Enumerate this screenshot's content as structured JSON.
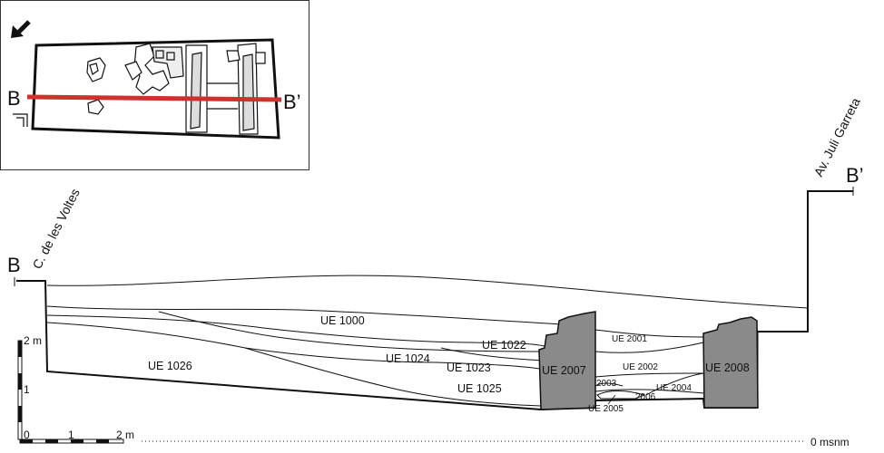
{
  "section": {
    "start_marker": "B",
    "end_marker": "B’",
    "street_left": "C. de les Voltes",
    "street_right": "Av. Juli Garreta",
    "datum": "0 msnm"
  },
  "inset": {
    "start_marker": "B",
    "end_marker": "B’",
    "arrow_icon": "north-arrow-icon",
    "section_line_color": "#d0312d"
  },
  "units": {
    "ue1000": "UE 1000",
    "ue1022": "UE 1022",
    "ue1023": "UE 1023",
    "ue1024": "UE 1024",
    "ue1025": "UE 1025",
    "ue1026": "UE 1026",
    "ue2001": "UE 2001",
    "ue2002": "UE 2002",
    "ue2003": "2003",
    "ue2004": "UE 2004",
    "ue2005": "UE 2005",
    "ue2006": "2006",
    "ue2007": "UE 2007",
    "ue2008": "UE 2008"
  },
  "scale_vertical": {
    "top": "2 m",
    "mid": "1"
  },
  "scale_horizontal": {
    "zero": "0",
    "one": "1",
    "two": "2 m"
  },
  "colors": {
    "wall_fill": "#8a8a8a",
    "ink": "#111111"
  }
}
